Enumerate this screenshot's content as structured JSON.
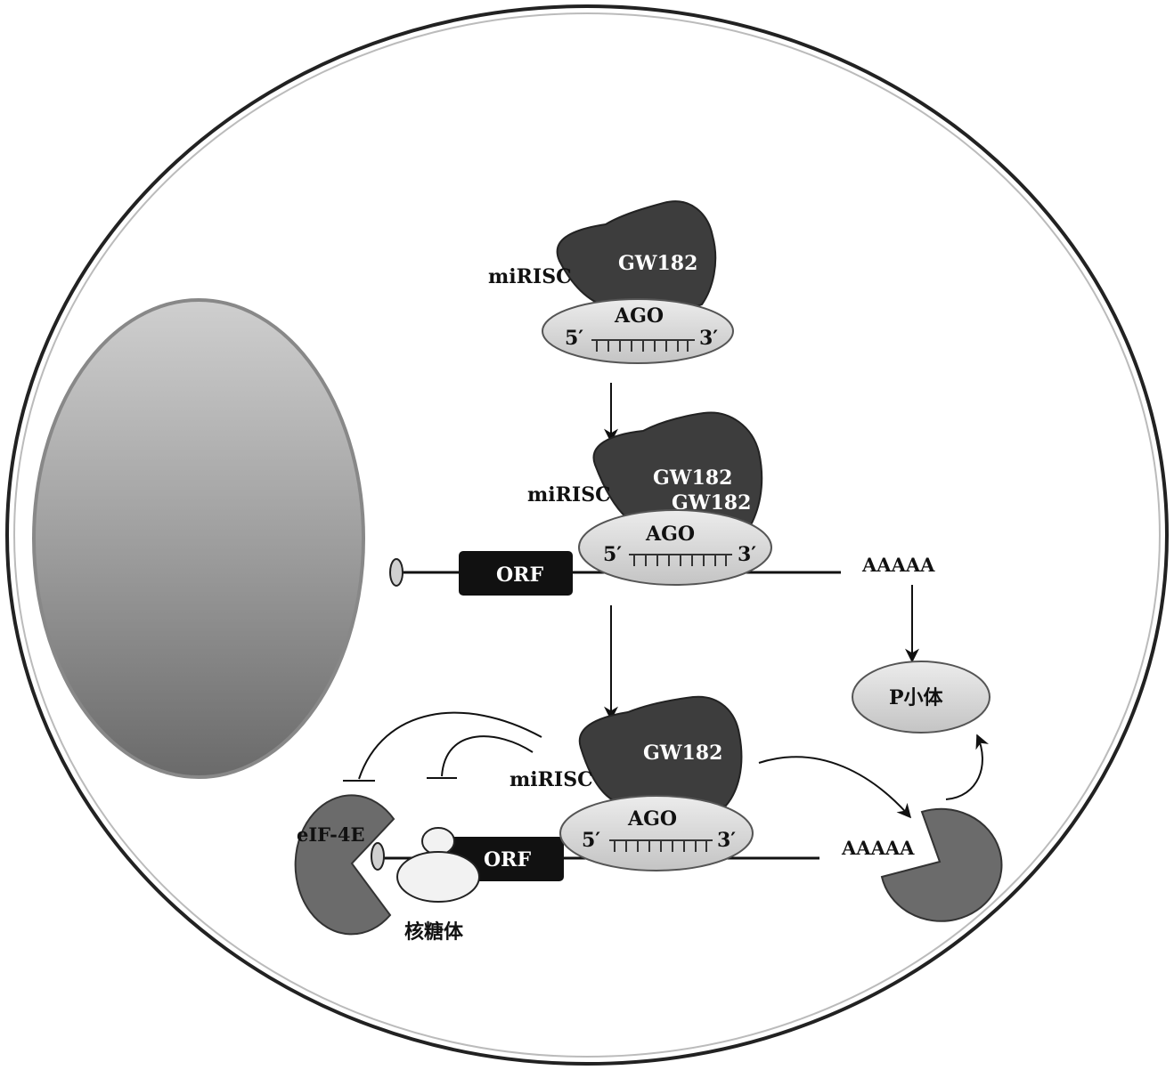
{
  "labels": {
    "mirisc": "miRISC",
    "gw182": "GW182",
    "ago": "AGO",
    "five_prime": "5′",
    "three_prime": "3′",
    "orf": "ORF",
    "poly_a": "AAAAA",
    "p_body": "P小体",
    "eif4e": "eIF-4E",
    "ribosome": "核糖体"
  },
  "colors": {
    "protein_dark": "#3d3d3d",
    "ago_fill": "#d9d9d9",
    "nucleus_light": "#c8c8c8",
    "nucleus_dark": "#6e6e6e",
    "enzyme_gray": "#6b6b6b",
    "ribosome_fill": "#f2f2f2"
  }
}
